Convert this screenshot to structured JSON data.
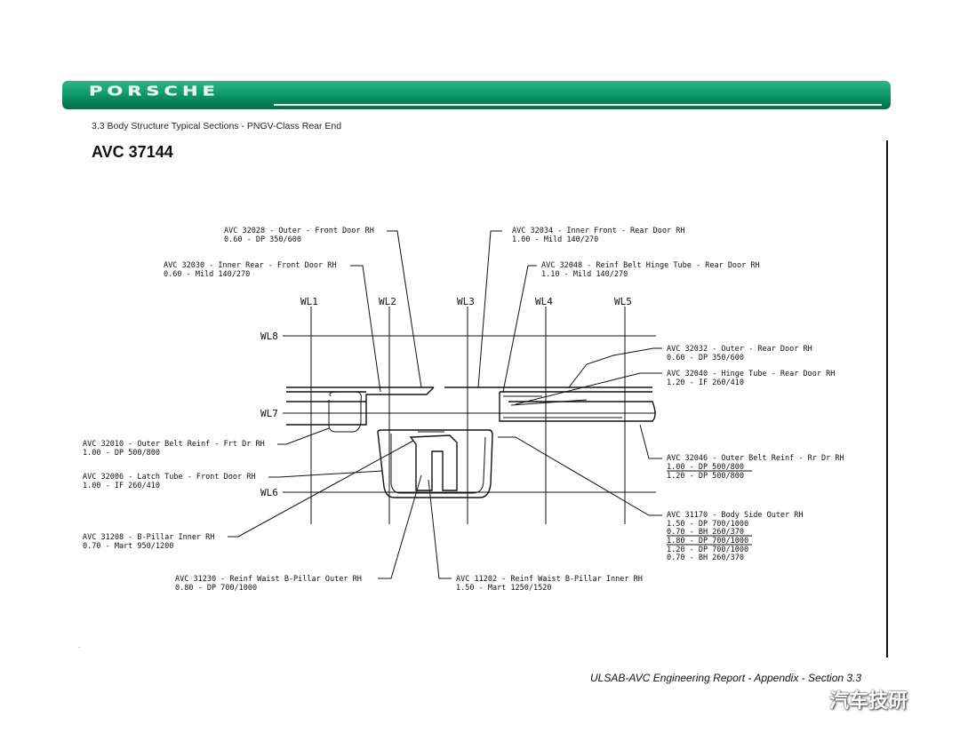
{
  "header": {
    "brand": "PORSCHE",
    "section_title": "3.3  Body Structure Typical Sections - PNGV-Class Rear End",
    "page_title": "AVC 37144",
    "color_accent": "#0f9a6c"
  },
  "waterlines": [
    "WL1",
    "WL2",
    "WL3",
    "WL4",
    "WL5",
    "WL8",
    "WL7",
    "WL6"
  ],
  "callouts": [
    {
      "part": "AVC 32028 - Outer - Front Door RH",
      "spec": "0.60 - DP 350/600"
    },
    {
      "part": "AVC 32034 - Inner Front - Rear Door RH",
      "spec": "1.00 - Mild 140/270"
    },
    {
      "part": "AVC 32030 - Inner Rear - Front Door RH",
      "spec": "0.60 - Mild 140/270"
    },
    {
      "part": "AVC 32048 - Reinf Belt Hinge Tube - Rear Door RH",
      "spec": "1.10 - Mild 140/270"
    },
    {
      "part": "AVC 32032 - Outer - Rear Door RH",
      "spec": "0.60 - DP 350/600"
    },
    {
      "part": "AVC 32040 - Hinge Tube - Rear Door RH",
      "spec": "1.20 - IF 260/410"
    },
    {
      "part": "AVC 32010 - Outer Belt Reinf - Frt Dr RH",
      "spec": "1.00 - DP 500/800"
    },
    {
      "part": "AVC 32006 - Latch Tube - Front Door RH",
      "spec": "1.00 - IF 260/410"
    },
    {
      "part": "AVC 32046 - Outer Belt Reinf - Rr Dr RH",
      "spec": "1.00 - DP 500/800",
      "spec2": "1.20 - DP 500/800"
    },
    {
      "part": "AVC 31208 - B-Pillar Inner RH",
      "spec": "0.70 - Mart 950/1200"
    },
    {
      "part": "AVC 31170 - Body Side Outer RH",
      "specs": [
        "1.50 - DP 700/1000",
        "0.70 - BH 260/370",
        "1.80 - DP 700/1000",
        "1.20 - DP 700/1000",
        "0.70 - BH 260/370"
      ]
    },
    {
      "part": "AVC 31230 - Reinf Waist B-Pillar Outer RH",
      "spec": "0.80 - DP 700/1000"
    },
    {
      "part": "AVC 11202 - Reinf Waist B-Pillar Inner RH",
      "spec": "1.50 - Mart 1250/1520"
    }
  ],
  "footer": "ULSAB-AVC Engineering Report - Appendix - Section 3.3",
  "watermark": "汽车技研",
  "watermark_icon": "wechat-icon",
  "dot": "."
}
